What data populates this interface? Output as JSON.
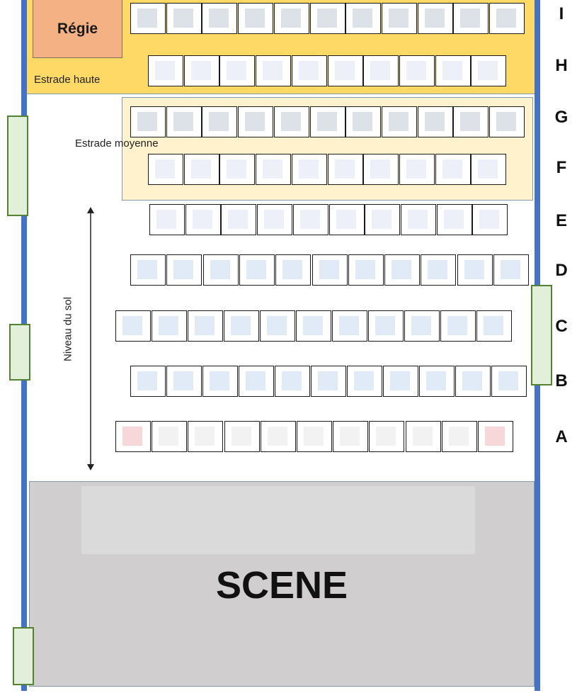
{
  "labels": {
    "regie": "Régie",
    "estrade_haute": "Estrade haute",
    "estrade_moyenne": "Estrade moyenne",
    "niveau_du_sol": "Niveau du sol",
    "scene": "SCENE"
  },
  "colors": {
    "wall": "#4472c4",
    "estrade_haute_bg": "#ffd966",
    "estrade_moyenne_bg": "#fff2cc",
    "regie_bg": "#f4b183",
    "scene_bg": "#d0cece",
    "scene_inner_bg": "#dadada",
    "door_bg": "#e2efd9",
    "door_border": "#548235",
    "seat_gray": "#dde1e8",
    "seat_lavender": "#edf0f8",
    "seat_blue": "#e1ebf7",
    "seat_light": "#f2f2f2",
    "seat_pink": "#f8d7da"
  },
  "rows": [
    {
      "letter": "I",
      "seat_count": 11,
      "seats": [
        "gray",
        "gray",
        "gray",
        "gray",
        "gray",
        "gray",
        "gray",
        "gray",
        "gray",
        "gray",
        "gray"
      ]
    },
    {
      "letter": "H",
      "seat_count": 10,
      "seats": [
        "lavender",
        "lavender",
        "lavender",
        "lavender",
        "lavender",
        "lavender",
        "lavender",
        "lavender",
        "lavender",
        "lavender"
      ]
    },
    {
      "letter": "G",
      "seat_count": 11,
      "seats": [
        "gray",
        "gray",
        "gray",
        "gray",
        "gray",
        "gray",
        "gray",
        "gray",
        "gray",
        "gray",
        "gray"
      ]
    },
    {
      "letter": "F",
      "seat_count": 10,
      "seats": [
        "lavender",
        "lavender",
        "lavender",
        "lavender",
        "lavender",
        "lavender",
        "lavender",
        "lavender",
        "lavender",
        "lavender"
      ]
    },
    {
      "letter": "E",
      "seat_count": 10,
      "seats": [
        "lavender",
        "lavender",
        "lavender",
        "lavender",
        "lavender",
        "lavender",
        "lavender",
        "lavender",
        "lavender",
        "lavender"
      ]
    },
    {
      "letter": "D",
      "seat_count": 11,
      "seats": [
        "blue",
        "blue",
        "blue",
        "blue",
        "blue",
        "blue",
        "blue",
        "blue",
        "blue",
        "blue",
        "blue"
      ]
    },
    {
      "letter": "C",
      "seat_count": 11,
      "seats": [
        "blue",
        "blue",
        "blue",
        "blue",
        "blue",
        "blue",
        "blue",
        "blue",
        "blue",
        "blue",
        "blue"
      ]
    },
    {
      "letter": "B",
      "seat_count": 11,
      "seats": [
        "blue",
        "blue",
        "blue",
        "blue",
        "blue",
        "blue",
        "blue",
        "blue",
        "blue",
        "blue",
        "blue"
      ]
    },
    {
      "letter": "A",
      "seat_count": 11,
      "seats": [
        "pink",
        "light",
        "light",
        "light",
        "light",
        "light",
        "light",
        "light",
        "light",
        "light",
        "pink"
      ]
    }
  ]
}
